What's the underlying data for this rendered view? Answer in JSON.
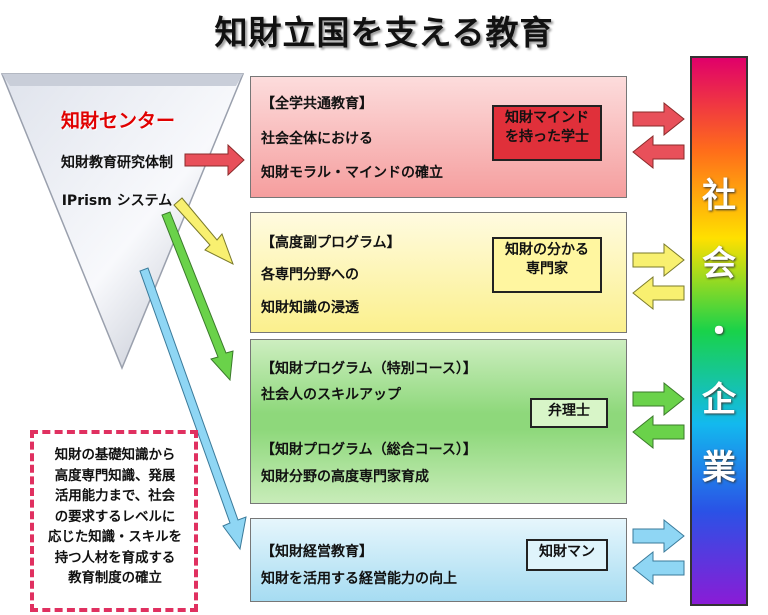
{
  "title": "知財立国を支える教育",
  "center": {
    "name": "知財センター",
    "line1": "知財教育研究体制",
    "line2": "IPrism システム"
  },
  "programs": [
    {
      "name": "【全学共通教育】",
      "lines": [
        "社会全体における",
        "知財モラル・マインドの確立"
      ],
      "badge": [
        "知財マインド",
        "を持った学士"
      ]
    },
    {
      "name": "【高度副プログラム】",
      "lines": [
        "各専門分野への",
        "知財知識の浸透"
      ],
      "badge": [
        "知財の分かる",
        "専門家"
      ]
    },
    {
      "name": "【知財プログラム（特別コース）】",
      "lines": [
        "社会人のスキルアップ"
      ]
    },
    {
      "name": "【知財プログラム（総合コース）】",
      "lines": [
        "知財分野の高度専門家育成"
      ],
      "badge": [
        "弁理士"
      ]
    },
    {
      "name": "【知財経営教育】",
      "lines": [
        "知財を活用する経営能力の向上"
      ],
      "badge": [
        "知財マン"
      ]
    }
  ],
  "society": [
    "社",
    "会",
    "・",
    "企",
    "業"
  ],
  "note": [
    "知財の基礎知識から",
    "高度専門知識、発展",
    "活用能力まで、社会",
    "の要求するレベルに",
    "応じた知識・スキルを",
    "持つ人材を育成する",
    "教育制度の確立"
  ],
  "colors": {
    "red": "#e0303a",
    "yellow": "#fff6a0",
    "green": "#8ed87b",
    "blue": "#a6dcf2"
  }
}
